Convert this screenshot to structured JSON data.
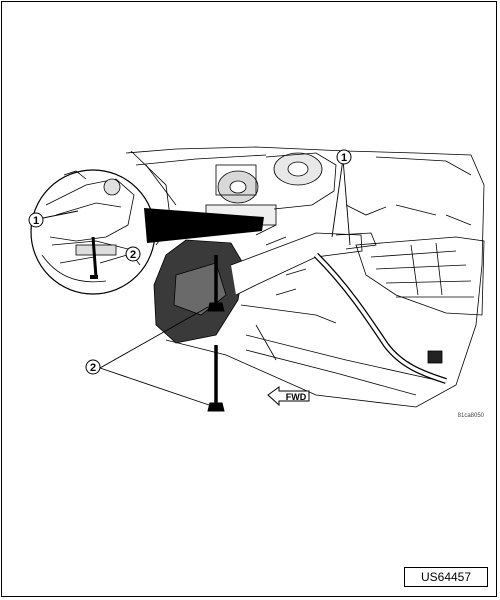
{
  "figure": {
    "callouts": [
      {
        "label": "1"
      },
      {
        "label": "2"
      },
      {
        "label": "1"
      },
      {
        "label": "2"
      }
    ],
    "direction_label": "FWD",
    "image_ref": "81ca8050"
  },
  "footer": {
    "doc_code": "US64457"
  }
}
